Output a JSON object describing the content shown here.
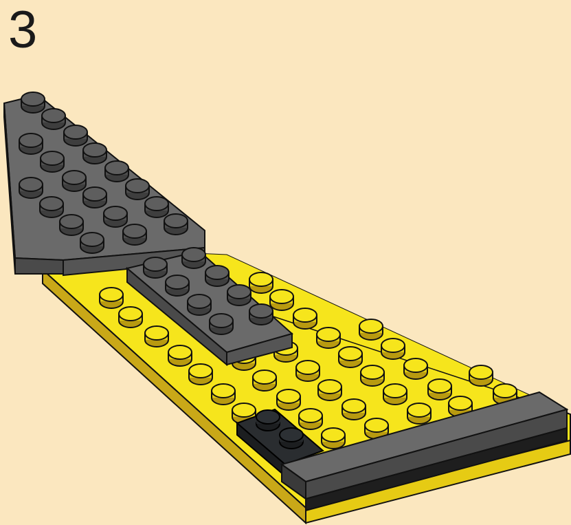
{
  "step": {
    "number": "3"
  },
  "colors": {
    "background": "#fbe7bf",
    "yellow_top": "#f6e51c",
    "yellow_side": "#c9a818",
    "dark_gray_top": "#6a6a6a",
    "dark_gray_side": "#4a4a4a",
    "black_part": "#2a2d30",
    "outline": "#111111"
  },
  "illustration": {
    "type": "lego-building-instruction",
    "parts": [
      "yellow-wedge-plate",
      "dark-gray-wedge-plate",
      "dark-gray-2x4-plate",
      "dark-gray-tile",
      "black-2x2-plate"
    ]
  }
}
